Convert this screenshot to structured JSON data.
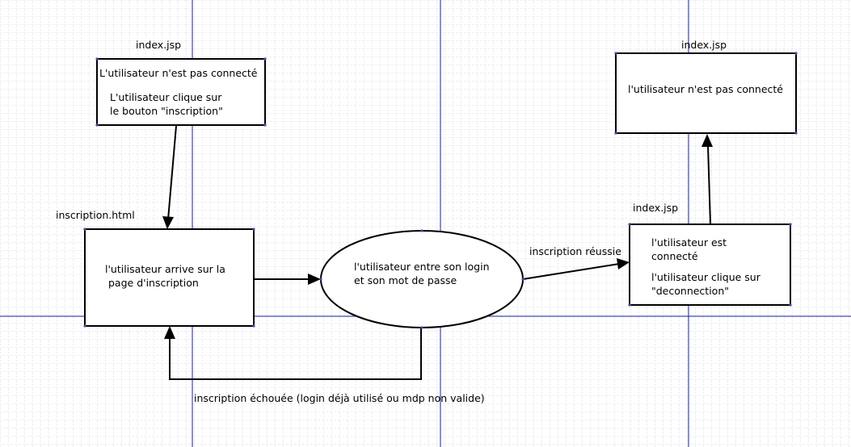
{
  "theme": {
    "grid_minor": "#c8ccd6",
    "grid_major": "#1b1f9e",
    "stroke": "#000000",
    "handle": "#3a4fb0"
  },
  "diagram": {
    "page_labels": {
      "top_left": "index.jsp",
      "top_right": "index.jsp",
      "middle_right": "index.jsp",
      "middle_left": "inscription.html"
    },
    "nodes": {
      "box1": {
        "line1": "L'utilisateur n'est pas connecté",
        "line2": "L'utilisateur clique sur",
        "line3": "le bouton \"inscription\""
      },
      "box2": {
        "line1": "l'utilisateur n'est pas connecté"
      },
      "box3": {
        "line1": "l'utilisateur arrive sur la",
        "line2": "page d'inscription"
      },
      "ellipse": {
        "line1": "l'utilisateur entre son login",
        "line2": "et son mot de passe"
      },
      "box4": {
        "line1": "l'utilisateur est",
        "line2": "connecté",
        "line3": "l'utilisateur clique sur",
        "line4": "\"deconnection\""
      }
    },
    "edge_labels": {
      "success": "inscription réussie",
      "failure": "inscription échouée (login déjà utilisé ou mdp non valide)"
    }
  }
}
